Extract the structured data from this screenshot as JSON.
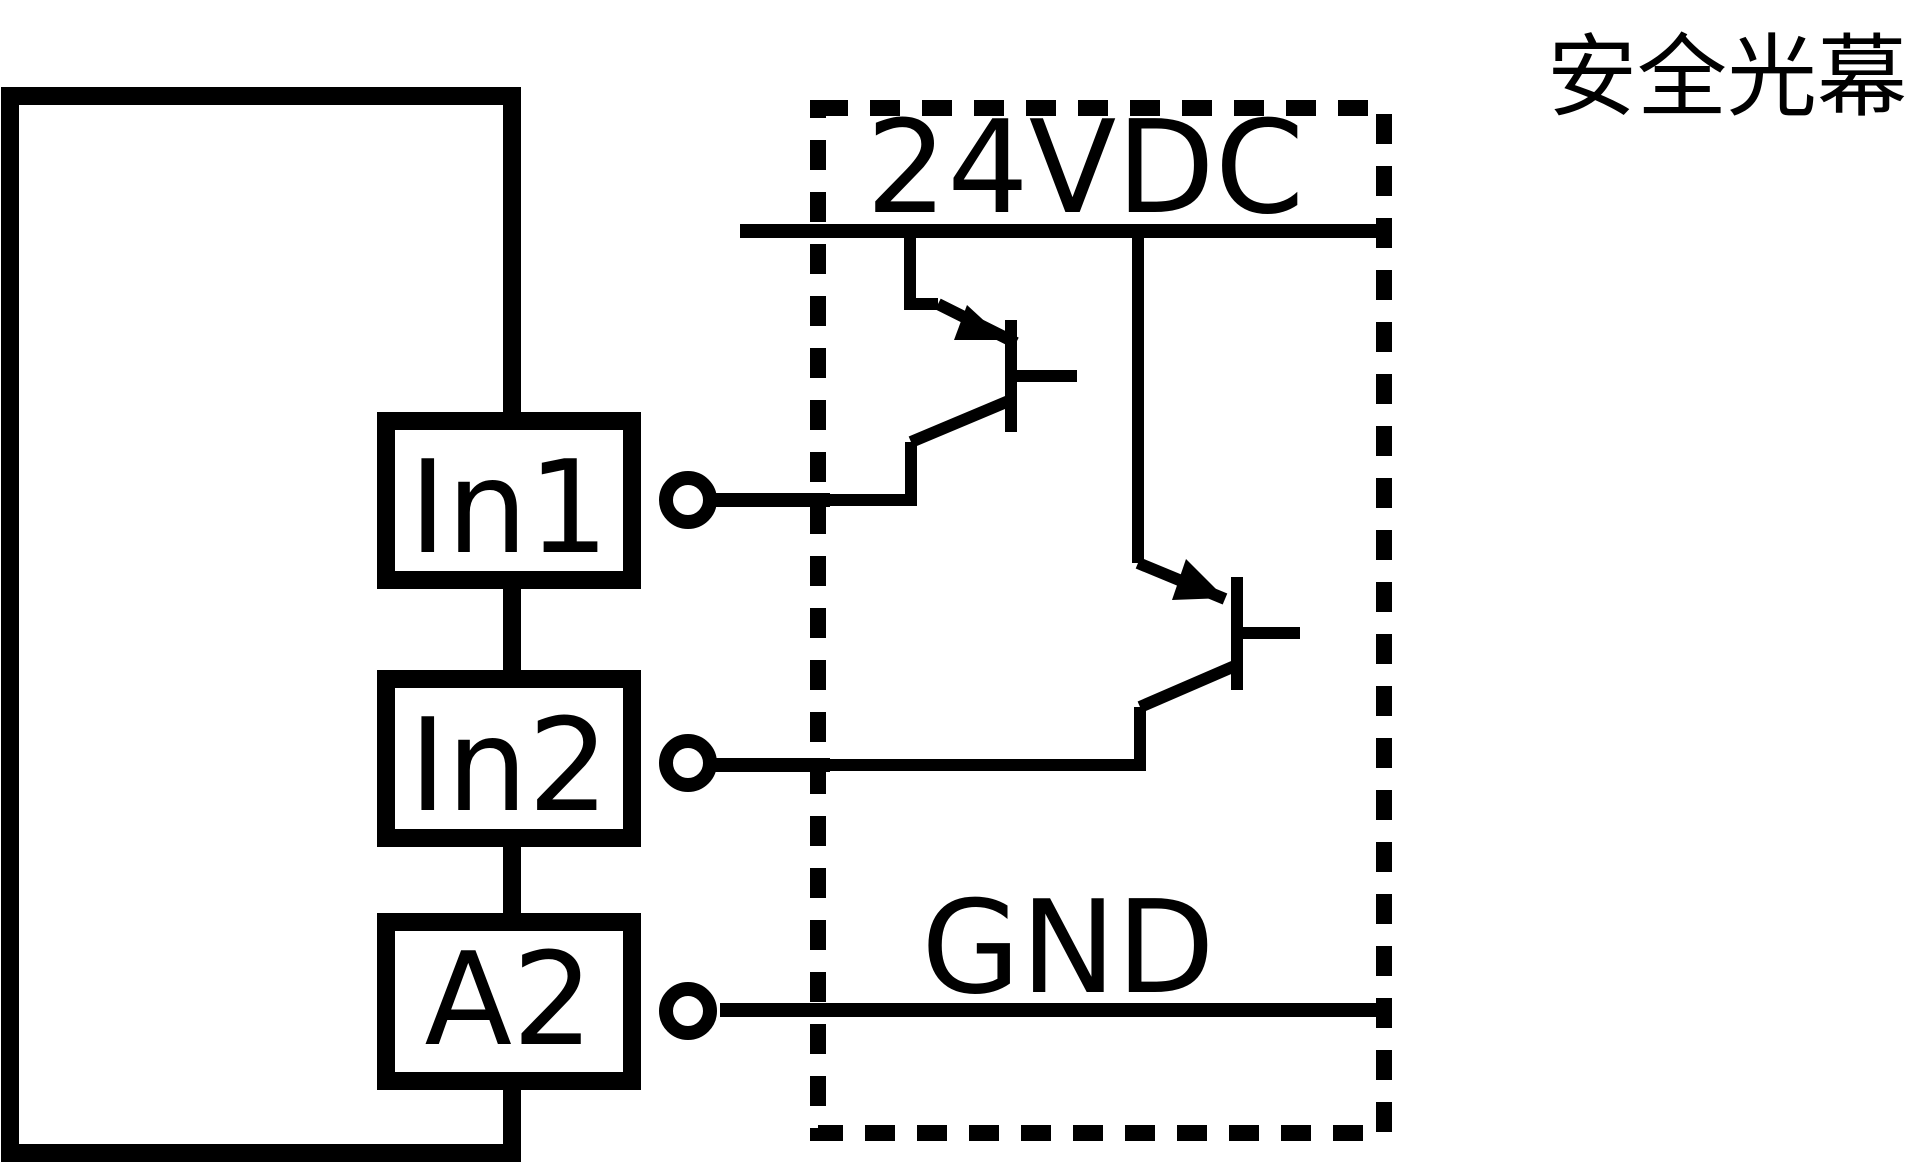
{
  "title": "安全光幕",
  "supply": {
    "positive_label": "24VDC",
    "ground_label": "GND"
  },
  "terminals": [
    {
      "id": "in1",
      "label": "In1"
    },
    {
      "id": "in2",
      "label": "In2"
    },
    {
      "id": "a2",
      "label": "A2"
    }
  ],
  "colors": {
    "line": "#000000",
    "background": "#ffffff"
  }
}
